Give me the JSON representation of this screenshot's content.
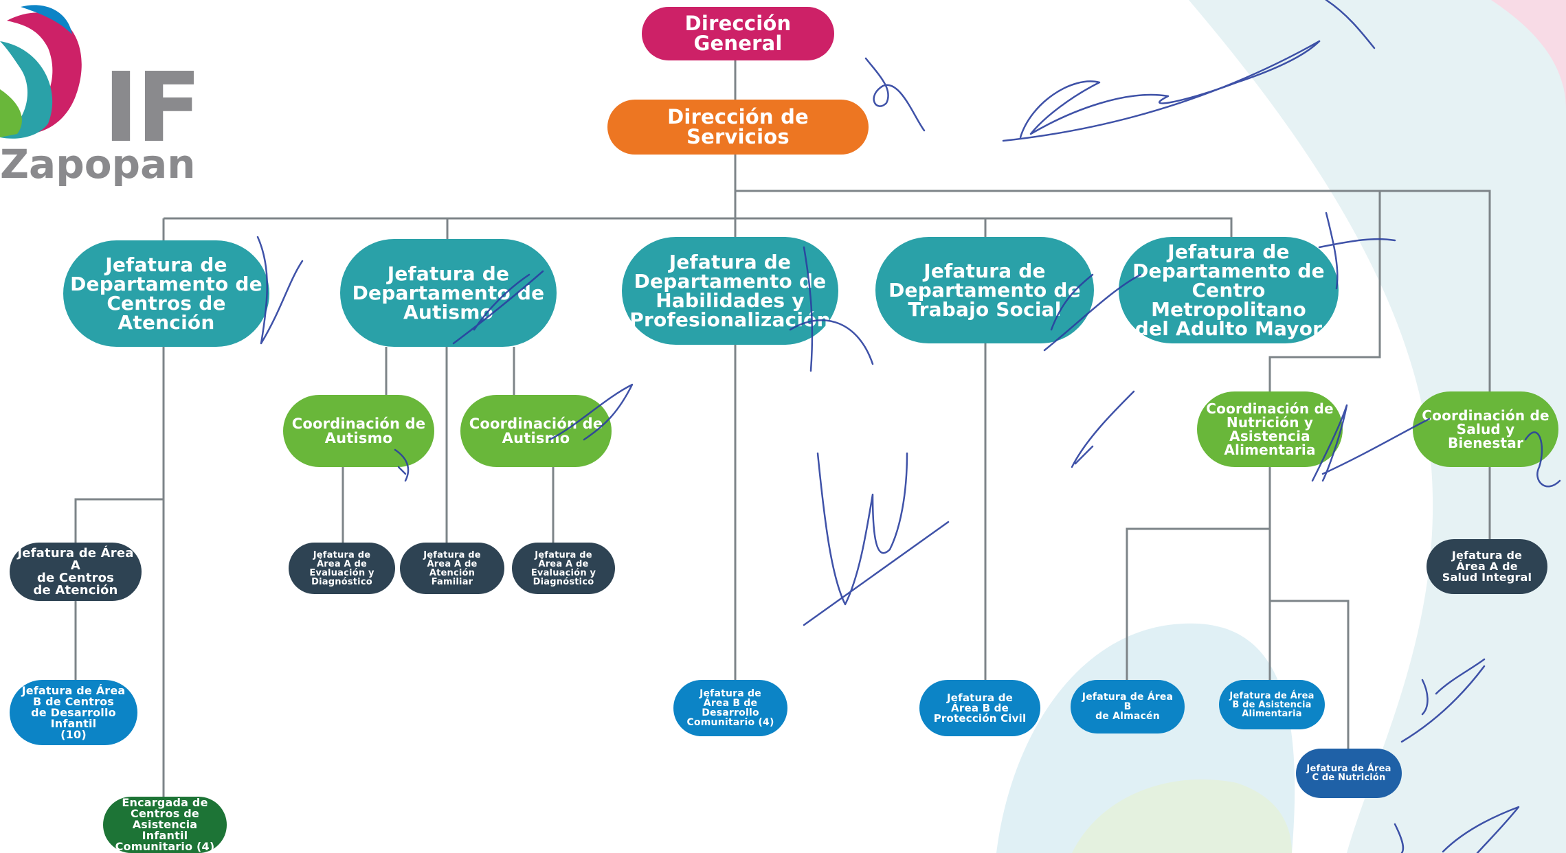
{
  "logo": {
    "text_if": "IF",
    "text_city": "Zapopan"
  },
  "nodes": {
    "direccion_general": "Dirección\nGeneral",
    "direccion_servicios": "Dirección de\nServicios",
    "jefatura_centros_atencion": "Jefatura de\nDepartamento de\nCentros de Atención",
    "jefatura_autismo": "Jefatura de\nDepartamento de\nAutismo",
    "jefatura_habilidades": "Jefatura de\nDepartamento de\nHabilidades y\nProfesionalización",
    "jefatura_trabajo_social": "Jefatura de\nDepartamento de\nTrabajo Social",
    "jefatura_adulto_mayor": "Jefatura de\nDepartamento de\nCentro Metropolitano\ndel Adulto Mayor",
    "coord_autismo_1": "Coordinación de\nAutismo",
    "coord_autismo_2": "Coordinación de\nAutismo",
    "coord_nutricion": "Coordinación de\nNutrición y\nAsistencia\nAlimentaria",
    "coord_salud": "Coordinación de\nSalud y\nBienestar",
    "area_a_centros_atencion": "Jefatura de Área A\nde Centros\nde Atención",
    "area_b_desarrollo_infantil": "Jefatura de Área\nB de Centros\nde Desarrollo Infantil\n(10)",
    "encargada_caic": "Encargada de\nCentros de\nAsistencia Infantil\nComunitario (4)",
    "area_a_evaluacion_1": "Jefatura de\nÁrea A de\nEvaluación y\nDiagnóstico",
    "area_a_atencion_familiar": "Jefatura de\nÁrea A de\nAtención\nFamiliar",
    "area_a_evaluacion_2": "Jefatura de\nÁrea A de\nEvaluación y\nDiagnóstico",
    "area_b_desarrollo_comunitario": "Jefatura de\nÁrea B de\nDesarrollo\nComunitario (4)",
    "area_b_proteccion_civil": "Jefatura de\nÁrea B de\nProtección Civil",
    "area_b_almacen": "Jefatura de Área B\nde Almacén",
    "area_b_asistencia_alimentaria": "Jefatura de Área\nB de Asistencia\nAlimentaria",
    "area_c_nutricion": "Jefatura de Área\nC de Nutrición",
    "area_a_salud_integral": "Jefatura de\nÁrea A de\nSalud Integral"
  },
  "colors": {
    "direccion": "#cd2167",
    "servicios": "#ed7622",
    "jefatura_departamento": "#2aa1a8",
    "coordinacion": "#69b73a",
    "area_a": "#2e4353",
    "area_b": "#0c84c6",
    "area_c": "#1f61a7",
    "encargada": "#1d7436",
    "connector": "#7d8488"
  }
}
